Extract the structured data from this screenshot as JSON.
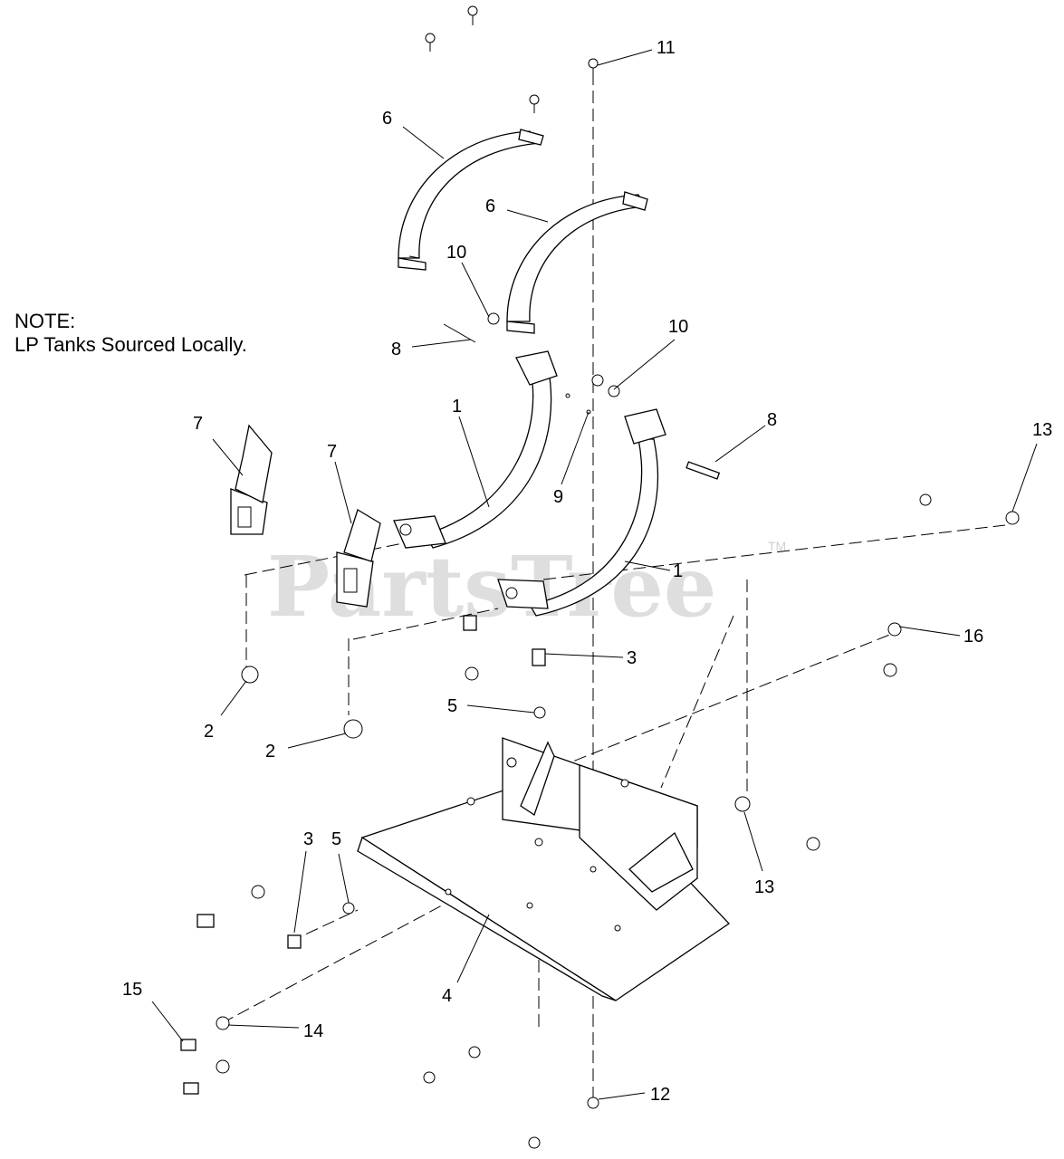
{
  "note": {
    "heading": "NOTE:",
    "text": "LP Tanks Sourced Locally."
  },
  "watermark": {
    "brand": "PartsTree",
    "tm": "TM"
  },
  "callouts": {
    "c1a": "1",
    "c1b": "1",
    "c2a": "2",
    "c2b": "2",
    "c3a": "3",
    "c3b": "3",
    "c4": "4",
    "c5a": "5",
    "c5b": "5",
    "c6a": "6",
    "c6b": "6",
    "c7a": "7",
    "c7b": "7",
    "c8a": "8",
    "c8b": "8",
    "c9": "9",
    "c10a": "10",
    "c10b": "10",
    "c11": "11",
    "c12": "12",
    "c13a": "13",
    "c13b": "13",
    "c14": "14",
    "c15": "15",
    "c16": "16"
  }
}
